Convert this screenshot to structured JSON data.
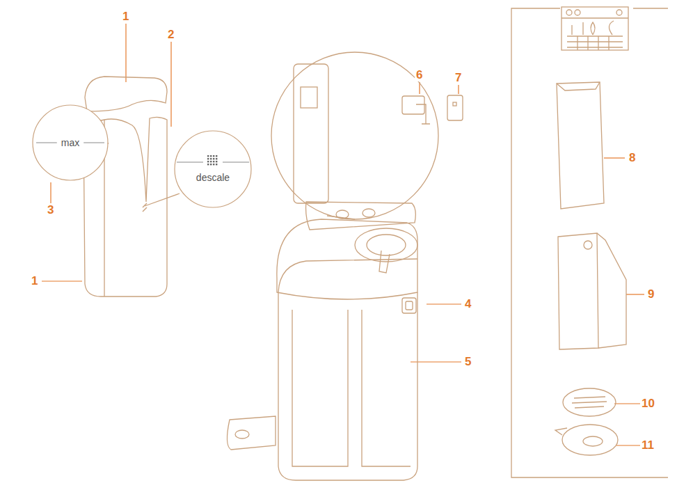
{
  "diagram": {
    "nodes": [
      {
        "text": [
          "max"
        ]
      },
      {
        "text": [
          "descale"
        ]
      }
    ],
    "labels": [
      "1",
      "2",
      "3",
      "1",
      "6",
      "7",
      "4",
      "5",
      "8",
      "9",
      "10",
      "11"
    ]
  }
}
